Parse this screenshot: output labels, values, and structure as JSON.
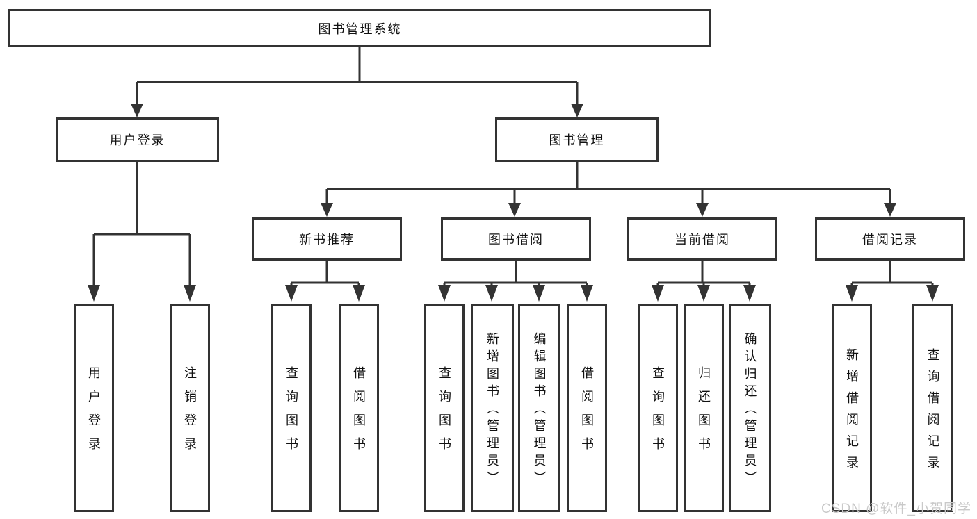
{
  "diagram": {
    "title": "图书管理系统",
    "root": {
      "label": "图书管理系统"
    },
    "level2": [
      {
        "label": "用户登录"
      },
      {
        "label": "图书管理"
      }
    ],
    "level3": [
      {
        "label": "新书推荐"
      },
      {
        "label": "图书借阅"
      },
      {
        "label": "当前借阅"
      },
      {
        "label": "借阅记录"
      }
    ],
    "leaves": {
      "login": [
        "用户登录",
        "注销登录"
      ],
      "new_books": [
        "查询图书",
        "借阅图书"
      ],
      "borrow": [
        "查询图书",
        "新增图书（管理员）",
        "编辑图书（管理员）",
        "借阅图书"
      ],
      "current": [
        "查询图书",
        "归还图书",
        "确认归还（管理员）"
      ],
      "records": [
        "新增借阅记录",
        "查询借阅记录"
      ]
    }
  },
  "colors": {
    "line": "#333333",
    "box_border": "#333333",
    "text": "#111111",
    "background": "#ffffff",
    "watermark": "#c9c9c9"
  },
  "watermark": {
    "text": "CSDN @软件_小贺同学"
  }
}
